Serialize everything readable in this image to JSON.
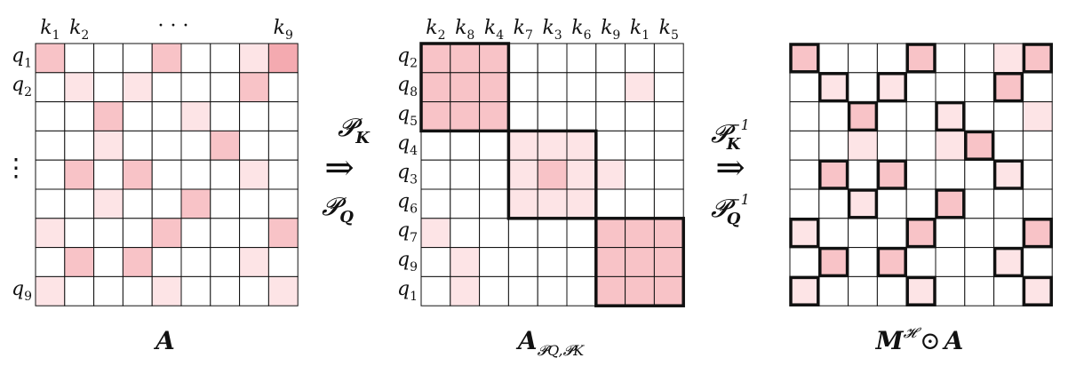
{
  "panel_a": {
    "title": "A",
    "col_labels": [
      {
        "base": "k",
        "sub": "1"
      },
      {
        "base": "k",
        "sub": "2"
      },
      {
        "base": "",
        "sub": ""
      },
      {
        "base": "",
        "sub": ""
      },
      {
        "base": "",
        "sub": ""
      },
      {
        "base": "",
        "sub": ""
      },
      {
        "base": "",
        "sub": ""
      },
      {
        "base": "",
        "sub": ""
      },
      {
        "base": "k",
        "sub": "9"
      }
    ],
    "col_ellipsis": "· · ·",
    "row_labels": [
      {
        "base": "q",
        "sub": "1"
      },
      {
        "base": "q",
        "sub": "2"
      },
      {
        "base": "",
        "sub": ""
      },
      {
        "base": "",
        "sub": ""
      },
      {
        "base": "",
        "sub": ""
      },
      {
        "base": "",
        "sub": ""
      },
      {
        "base": "",
        "sub": ""
      },
      {
        "base": "",
        "sub": ""
      },
      {
        "base": "q",
        "sub": "9"
      }
    ],
    "row_ellipsis": "⋮",
    "cells": [
      [
        2,
        0,
        0,
        0,
        2,
        0,
        0,
        1,
        3
      ],
      [
        0,
        1,
        0,
        1,
        0,
        0,
        0,
        2,
        0
      ],
      [
        0,
        0,
        2,
        0,
        0,
        1,
        0,
        0,
        0
      ],
      [
        0,
        0,
        1,
        0,
        0,
        0,
        2,
        0,
        0
      ],
      [
        0,
        2,
        0,
        2,
        0,
        0,
        0,
        1,
        0
      ],
      [
        0,
        0,
        1,
        0,
        0,
        2,
        0,
        0,
        0
      ],
      [
        1,
        0,
        0,
        0,
        2,
        0,
        0,
        0,
        2
      ],
      [
        0,
        2,
        0,
        2,
        0,
        0,
        0,
        1,
        0
      ],
      [
        1,
        0,
        0,
        0,
        1,
        0,
        0,
        0,
        1
      ]
    ]
  },
  "arrow_1": {
    "symbol": "⇒",
    "top": {
      "base": "𝓟",
      "sub": "K",
      "sup": ""
    },
    "bottom": {
      "base": "𝓟",
      "sub": "Q",
      "sup": ""
    }
  },
  "panel_b": {
    "title": "A",
    "title_sub": "𝓟Q,𝓟K",
    "col_labels": [
      {
        "base": "k",
        "sub": "2"
      },
      {
        "base": "k",
        "sub": "8"
      },
      {
        "base": "k",
        "sub": "4"
      },
      {
        "base": "k",
        "sub": "7"
      },
      {
        "base": "k",
        "sub": "3"
      },
      {
        "base": "k",
        "sub": "6"
      },
      {
        "base": "k",
        "sub": "9"
      },
      {
        "base": "k",
        "sub": "1"
      },
      {
        "base": "k",
        "sub": "5"
      }
    ],
    "row_labels": [
      {
        "base": "q",
        "sub": "2"
      },
      {
        "base": "q",
        "sub": "8"
      },
      {
        "base": "q",
        "sub": "5"
      },
      {
        "base": "q",
        "sub": "4"
      },
      {
        "base": "q",
        "sub": "3"
      },
      {
        "base": "q",
        "sub": "6"
      },
      {
        "base": "q",
        "sub": "7"
      },
      {
        "base": "q",
        "sub": "9"
      },
      {
        "base": "q",
        "sub": "1"
      }
    ],
    "cells": [
      [
        2,
        2,
        2,
        0,
        0,
        0,
        0,
        0,
        0
      ],
      [
        2,
        2,
        2,
        0,
        0,
        0,
        0,
        1,
        0
      ],
      [
        2,
        2,
        2,
        0,
        0,
        0,
        0,
        0,
        0
      ],
      [
        0,
        0,
        0,
        1,
        1,
        1,
        0,
        0,
        0
      ],
      [
        0,
        0,
        0,
        1,
        2,
        1,
        1,
        0,
        0
      ],
      [
        0,
        0,
        0,
        1,
        1,
        1,
        0,
        0,
        0
      ],
      [
        1,
        0,
        0,
        0,
        0,
        0,
        2,
        2,
        2
      ],
      [
        0,
        1,
        0,
        0,
        0,
        0,
        2,
        2,
        2
      ],
      [
        0,
        1,
        0,
        0,
        0,
        0,
        2,
        2,
        2
      ]
    ],
    "blocks": [
      [
        0,
        0,
        3
      ],
      [
        3,
        3,
        3
      ],
      [
        6,
        6,
        3
      ]
    ]
  },
  "arrow_2": {
    "symbol": "⇒",
    "top": {
      "base": "𝓟",
      "sub": "K",
      "sup": "−1"
    },
    "bottom": {
      "base": "𝓟",
      "sub": "Q",
      "sup": "−1"
    }
  },
  "panel_c": {
    "title": "M",
    "title_sup": "𝓗",
    "title_op": "⊙",
    "title_rhs": "A",
    "cells": [
      [
        2,
        0,
        0,
        0,
        2,
        0,
        0,
        1,
        2
      ],
      [
        0,
        1,
        0,
        1,
        0,
        0,
        0,
        2,
        0
      ],
      [
        0,
        0,
        2,
        0,
        0,
        1,
        0,
        0,
        1
      ],
      [
        0,
        0,
        1,
        0,
        0,
        1,
        2,
        0,
        0
      ],
      [
        0,
        2,
        0,
        2,
        0,
        0,
        0,
        1,
        0
      ],
      [
        0,
        0,
        1,
        0,
        0,
        2,
        0,
        0,
        0
      ],
      [
        1,
        0,
        0,
        0,
        2,
        0,
        0,
        0,
        2
      ],
      [
        0,
        2,
        0,
        2,
        0,
        0,
        0,
        1,
        0
      ],
      [
        1,
        0,
        0,
        0,
        1,
        0,
        0,
        0,
        1
      ]
    ],
    "masked": [
      [
        0,
        0
      ],
      [
        0,
        4
      ],
      [
        0,
        8
      ],
      [
        1,
        1
      ],
      [
        1,
        3
      ],
      [
        1,
        7
      ],
      [
        2,
        2
      ],
      [
        2,
        5
      ],
      [
        3,
        6
      ],
      [
        4,
        1
      ],
      [
        4,
        3
      ],
      [
        4,
        7
      ],
      [
        5,
        2
      ],
      [
        5,
        5
      ],
      [
        6,
        0
      ],
      [
        6,
        4
      ],
      [
        6,
        8
      ],
      [
        7,
        1
      ],
      [
        7,
        3
      ],
      [
        7,
        7
      ],
      [
        8,
        0
      ],
      [
        8,
        4
      ],
      [
        8,
        8
      ]
    ]
  },
  "colors": {
    "shade_0": "#ffffff",
    "shade_1": "#fde4e6",
    "shade_2": "#f8c3c7",
    "shade_3": "#f4aab0",
    "grid": "#111111",
    "text": "#111111"
  }
}
